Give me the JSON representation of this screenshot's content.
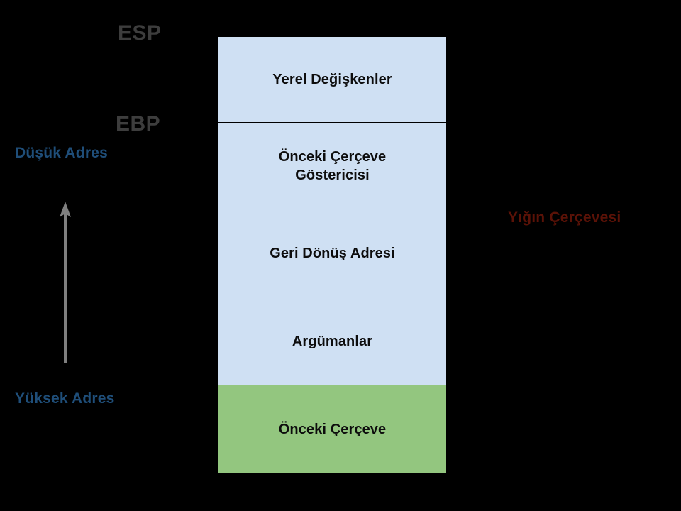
{
  "diagram": {
    "title_caption": "Yığın Çerçevesi",
    "registers": {
      "stack_pointer_label": "ESP",
      "base_pointer_label": "EBP"
    },
    "addresses": {
      "low_label": "Düşük Adres",
      "high_label": "Yüksek Adres"
    },
    "arrow": {
      "name": "stack-growth-arrow",
      "direction": "up",
      "color": "#7f7f7f"
    },
    "colors": {
      "frame_fill": "#cfe0f3",
      "previous_frame_fill": "#93c67f",
      "border": "#000000",
      "address_text": "#1f4e79",
      "register_text": "#3d3d3d",
      "caption_text": "#5b1207",
      "background": "#000000"
    },
    "cells": [
      {
        "id": "local-variables",
        "label": "Yerel Değişkenler"
      },
      {
        "id": "previous-frame-pointer",
        "label": "Önceki Çerçeve\nGöstericisi"
      },
      {
        "id": "return-address",
        "label": "Geri Dönüş Adresi"
      },
      {
        "id": "arguments",
        "label": "Argümanlar"
      },
      {
        "id": "previous-frame",
        "label": "Önceki Çerçeve"
      }
    ]
  }
}
